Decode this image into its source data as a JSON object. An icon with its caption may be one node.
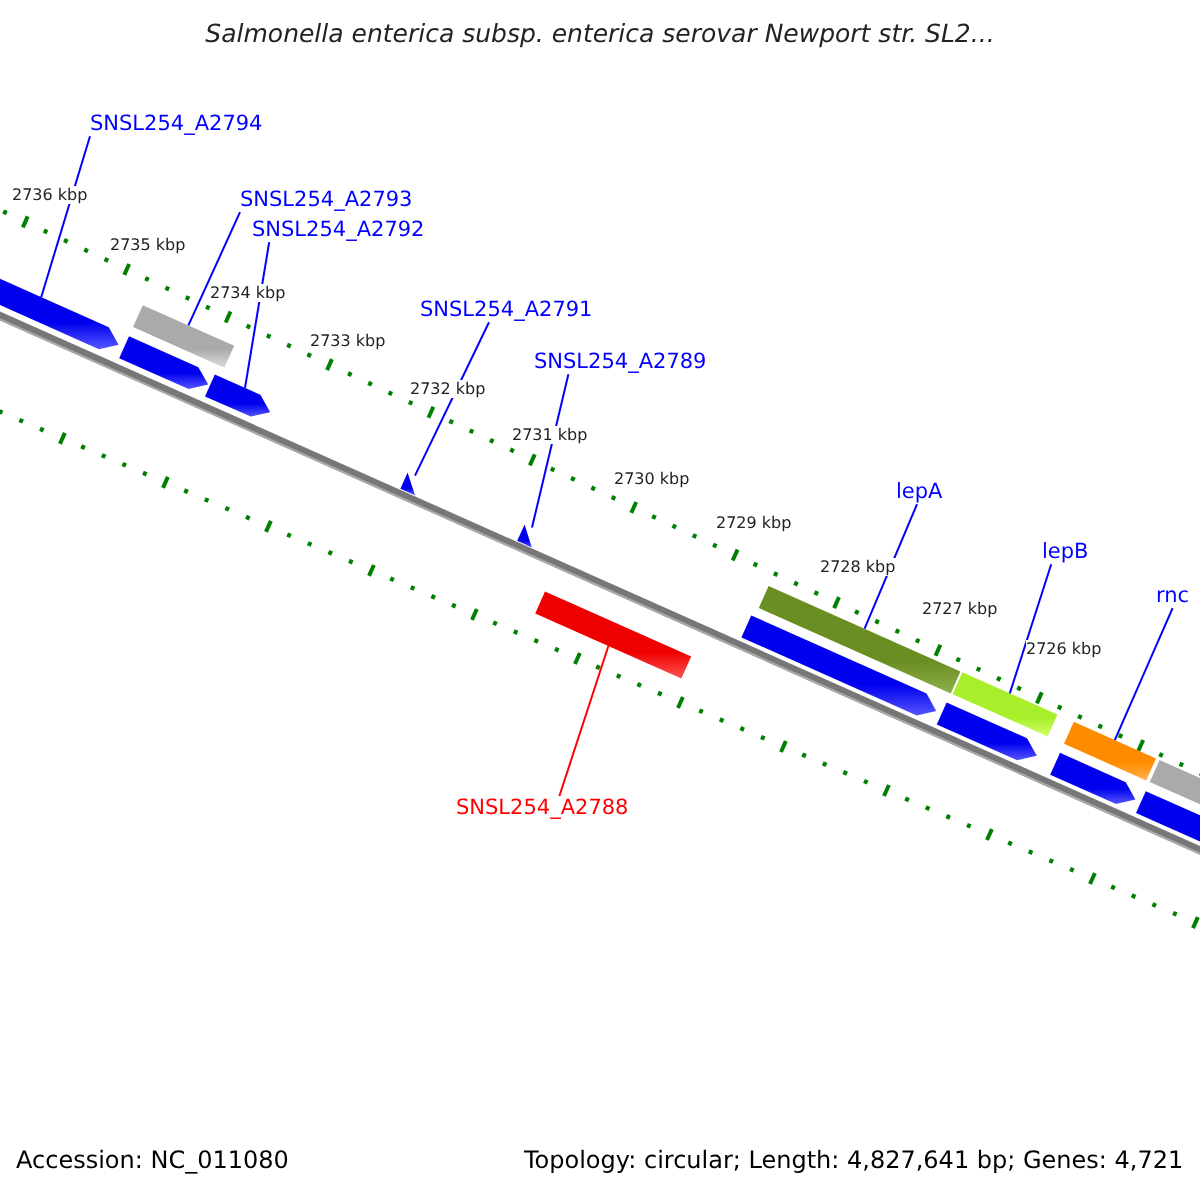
{
  "diagram": {
    "title": "Salmonella enterica subsp. enterica serovar Newport str. SL2...",
    "nodes": [
      {
        "text": [
          "SNSL254_A2794"
        ]
      },
      {
        "text": [],
        "shape": "arrow"
      },
      {
        "text": [
          "SNSL254_A2793"
        ]
      },
      {
        "text": [],
        "shape": "bar"
      },
      {
        "text": [
          "SNSL254_A2792"
        ]
      },
      {
        "text": [],
        "shape": "arrow"
      },
      {
        "text": [
          "SNSL254_A2791"
        ]
      },
      {
        "text": [],
        "shape": "triangle"
      },
      {
        "text": [
          "SNSL254_A2789"
        ]
      },
      {
        "text": [],
        "shape": "triangle"
      },
      {
        "text": [
          "lepA"
        ]
      },
      {
        "text": [],
        "shape": "bar"
      },
      {
        "text": [
          "lepB"
        ]
      },
      {
        "text": [],
        "shape": "bar"
      },
      {
        "text": [
          "rnc"
        ]
      },
      {
        "text": [],
        "shape": "bar"
      },
      {
        "text": [],
        "shape": "bar"
      },
      {
        "text": [
          "SNSL254_A2788"
        ]
      },
      {
        "text": [],
        "shape": "arrow"
      },
      {
        "text": [],
        "shape": "arrow"
      },
      {
        "text": [],
        "shape": "arrow"
      },
      {
        "text": [],
        "shape": "arrow"
      },
      {
        "text": [],
        "shape": "arrow"
      },
      {
        "text": [],
        "shape": "bar"
      }
    ],
    "edges": [
      {
        "from": 0,
        "to": 1,
        "arrow": "none"
      },
      {
        "from": 2,
        "to": 3,
        "arrow": "none"
      },
      {
        "from": 4,
        "to": 5,
        "arrow": "none"
      },
      {
        "from": 6,
        "to": 7,
        "arrow": "none"
      },
      {
        "from": 8,
        "to": 9,
        "arrow": "none"
      },
      {
        "from": 10,
        "to": 11,
        "arrow": "none"
      },
      {
        "from": 12,
        "to": 13,
        "arrow": "none"
      },
      {
        "from": 14,
        "to": 15,
        "arrow": "none"
      },
      {
        "from": 17,
        "to": 16,
        "arrow": "none",
        "color": "#ff0000"
      }
    ],
    "labels": [
      "2736 kbp",
      "2735 kbp",
      "2734 kbp",
      "2733 kbp",
      "2732 kbp",
      "2731 kbp",
      "2730 kbp",
      "2729 kbp",
      "2728 kbp",
      "2727 kbp",
      "2726 kbp",
      "Accession: NC_011080",
      "Topology: circular; Length: 4,827,641 bp; Genes: 4,721"
    ]
  }
}
